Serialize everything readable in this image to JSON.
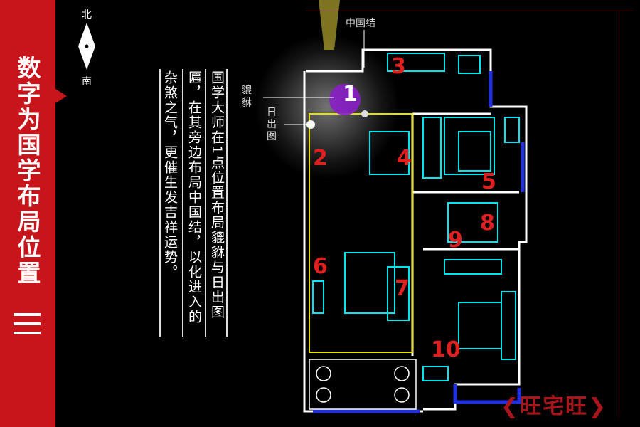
{
  "sidebar": {
    "title": "数字为国学布局位置",
    "menu_icon": "menu-icon"
  },
  "compass": {
    "north": "北",
    "south": "南"
  },
  "description": {
    "columns": [
      "国学大师在1点位置布局貔貅与日出图",
      "匾，在其旁边布局中国结，以化进入的",
      "杂煞之气，更催生发吉祥运势。"
    ]
  },
  "labels": {
    "pixiu": "貔貅",
    "sunrise": "日出图",
    "knot": "中国结"
  },
  "room_numbers": [
    "1",
    "2",
    "3",
    "4",
    "5",
    "6",
    "7",
    "8",
    "9",
    "10"
  ],
  "logo": "旺宅旺",
  "colors": {
    "sidebar": "#c8141b",
    "walls": "#00e5ee",
    "highlight": "#e8e000",
    "numbers": "#e0201e"
  }
}
